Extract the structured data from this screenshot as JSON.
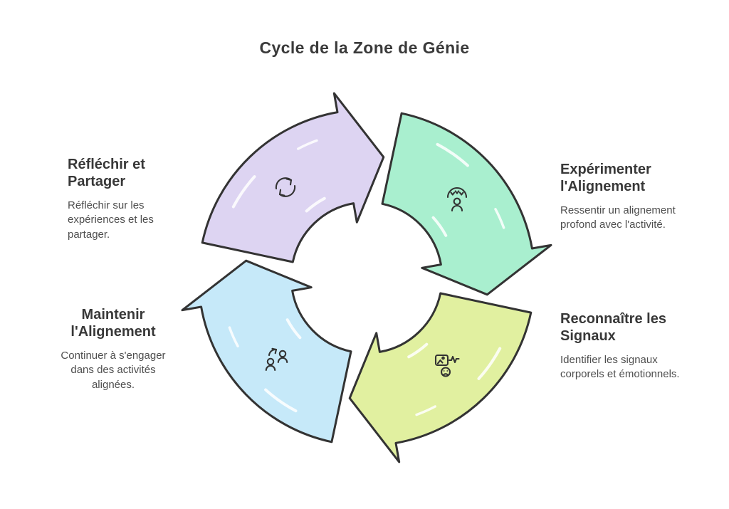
{
  "title": "Cycle de la Zone de Génie",
  "flow": "clockwise",
  "colors": {
    "outline": "#333333",
    "heading_text": "#383838",
    "body_text": "#4e4e4e",
    "background": "#ffffff"
  },
  "steps": [
    {
      "name": "reflechir-partager",
      "heading": "Réfléchir et Partager",
      "description": "Réfléchir sur les expériences et les partager.",
      "color": "#ddd4f2",
      "icon": "cycle-refresh-icon",
      "position": "top-left"
    },
    {
      "name": "experimenter-alignement",
      "heading": "Expérimenter l'Alignement",
      "description": "Ressentir un alignement profond avec l'activité.",
      "color": "#a9efcf",
      "icon": "person-alignment-icon",
      "position": "top-right"
    },
    {
      "name": "reconnaitre-signaux",
      "heading": "Reconnaître les Signaux",
      "description": "Identifier les signaux corporels et émotionnels.",
      "color": "#e1f0a0",
      "icon": "signals-face-icon",
      "position": "bottom-right"
    },
    {
      "name": "maintenir-alignement",
      "heading": "Maintenir l'Alignement",
      "description": "Continuer à s'engager dans des activités alignées.",
      "color": "#c6e9f9",
      "icon": "people-exchange-icon",
      "position": "bottom-left"
    }
  ]
}
